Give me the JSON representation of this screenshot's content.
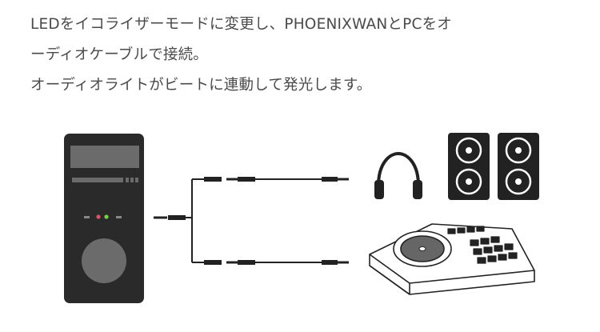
{
  "instructions": {
    "lines": [
      "LEDをイコライザーモードに変更し、PHOENIXWANとPCをオ",
      "ーディオケーブルで接続。",
      "オーディオライトがビートに連動して発光します。"
    ]
  },
  "diagram": {
    "devices": [
      "pc-tower",
      "headphones",
      "speakers",
      "dj-controller"
    ],
    "colors": {
      "outline": "#222222",
      "tower_body": "#2a2a2a",
      "tower_panel": "#6b6b6b",
      "led_red": "#e0506a",
      "led_green": "#7ccf4a",
      "text": "#4a4a4a"
    }
  }
}
